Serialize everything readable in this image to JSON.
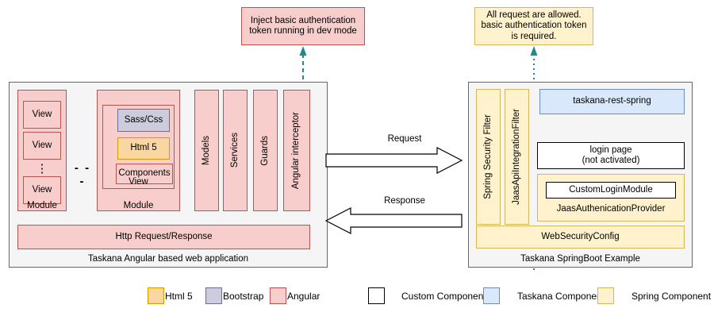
{
  "callouts": {
    "angular": "Inject basic authentication token running in dev mode",
    "spring": "All request are allowed. basic authentication token is required."
  },
  "left_panel": {
    "caption": "Taskana Angular based web application",
    "module_a": {
      "label": "Module",
      "views": [
        "View",
        "View",
        "View"
      ],
      "vertical_ellipsis": "⋮"
    },
    "ellipsis": "- - -",
    "module_b": {
      "label": "Module",
      "view_label": "View",
      "items": [
        {
          "label": "Sass/Css",
          "kind": "bootstrap"
        },
        {
          "label": "Html 5",
          "kind": "html5"
        },
        {
          "label": "Components",
          "kind": "angular"
        }
      ]
    },
    "columns": [
      "Models",
      "Services",
      "Guards",
      "Angular interceptor"
    ],
    "http_bar": "Http Request/Response"
  },
  "right_panel": {
    "caption": "Taskana SpringBoot Example",
    "filters": [
      "Spring Security Filter",
      "JaasApiIntegrationFilter"
    ],
    "rest": "taskana-rest-spring",
    "login_page_line1": "login page",
    "login_page_line2": "(not activated)",
    "auth_provider": "JaasAuthenicationProvider",
    "custom_login_module": "CustomLoginModule",
    "web_security_config": "WebSecurityConfig"
  },
  "arrows": {
    "request": "Request",
    "response": "Response"
  },
  "legend": {
    "items": [
      {
        "label": "Html 5",
        "swatch": "sw-html5"
      },
      {
        "label": "Bootstrap",
        "swatch": "sw-boot"
      },
      {
        "label": "Angular",
        "swatch": "sw-ng"
      },
      {
        "label": "Custom Component",
        "swatch": "sw-custom"
      },
      {
        "label": "Taskana Component",
        "swatch": "sw-taskana"
      },
      {
        "label": "Spring Component",
        "swatch": "sw-spring"
      }
    ]
  },
  "colors": {
    "angular": "#f8cecc",
    "angular_border": "#b85450",
    "bootstrap": "#ccccdd",
    "bootstrap_border": "#6c6c9b",
    "html5": "#fad7a0",
    "html5_border": "#d79b00",
    "spring": "#fff2cc",
    "spring_border": "#d6b656",
    "taskana": "#dae8fc",
    "taskana_border": "#6c8ebf",
    "custom": "#ffffff",
    "custom_border": "#000000",
    "panel_bg": "#f5f5f5",
    "panel_border": "#666666",
    "connector": "#1f8a8a"
  }
}
